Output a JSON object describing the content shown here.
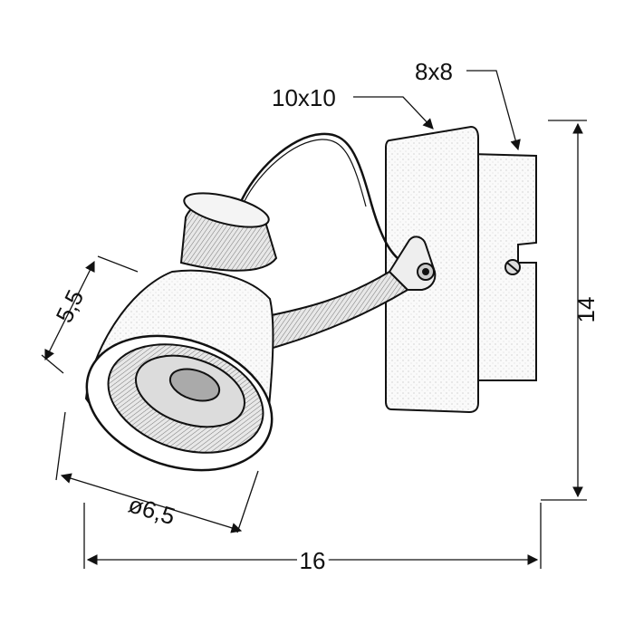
{
  "dimensions": {
    "back_plate": "10x10",
    "mount_box": "8x8",
    "height": "14",
    "shade_depth": "5,5",
    "shade_diameter": "ø6,5",
    "total_width": "16"
  },
  "colors": {
    "line": "#111111",
    "background": "#ffffff",
    "shade_fill": "#f2f2f2",
    "hatch": "#555555"
  }
}
